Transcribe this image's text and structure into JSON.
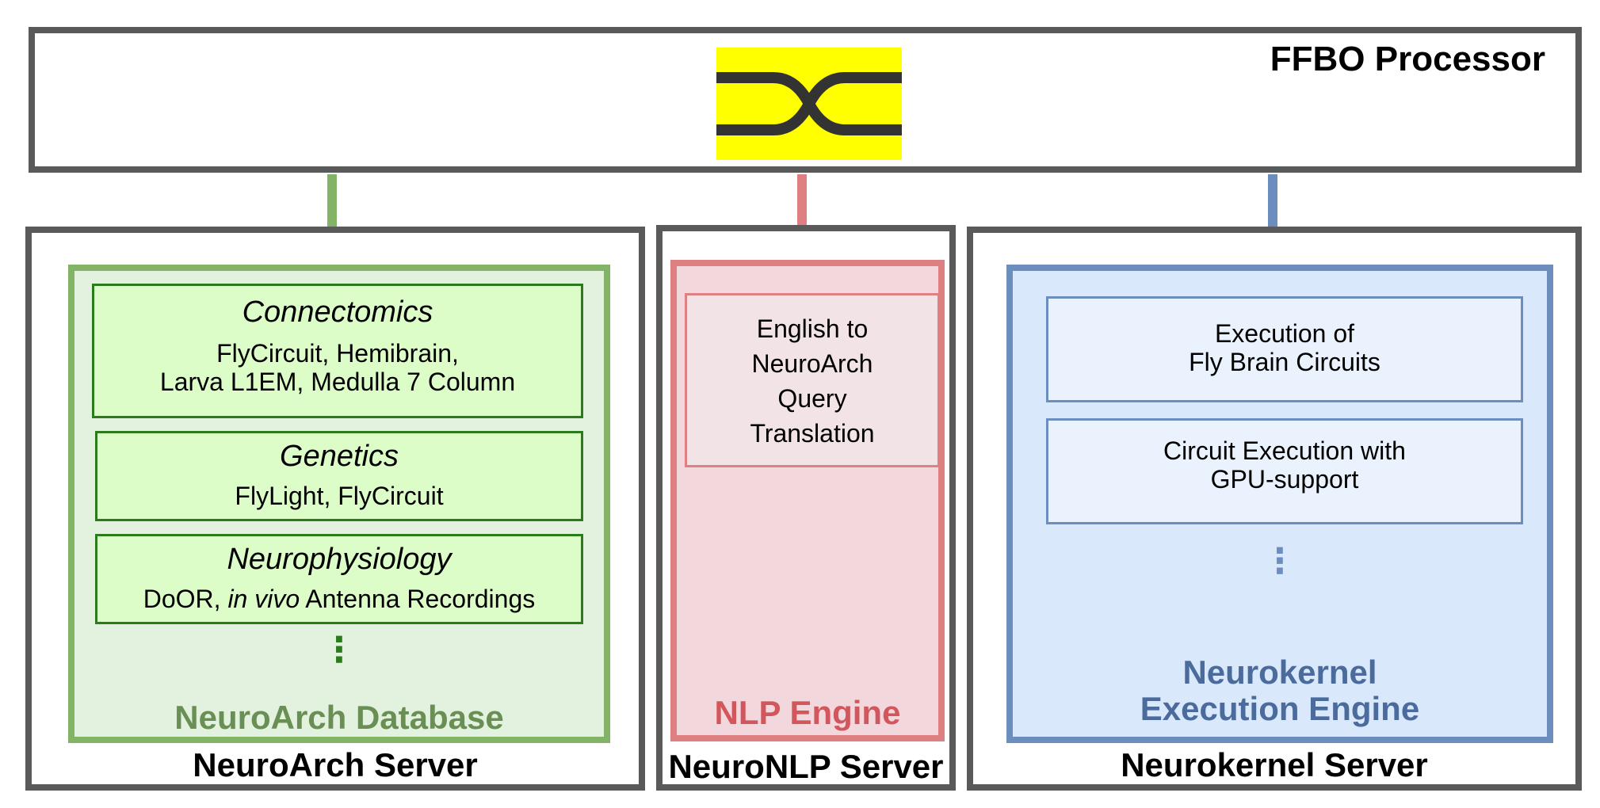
{
  "processor": {
    "title": "FFBO Processor"
  },
  "servers": {
    "neuroarch": {
      "title": "NeuroArch Server",
      "database": {
        "title": "NeuroArch Database",
        "boxes": [
          {
            "heading": "Connectomics",
            "line1": "FlyCircuit, Hemibrain,",
            "line2": "Larva L1EM, Medulla 7 Column"
          },
          {
            "heading": "Genetics",
            "line1": "FlyLight, FlyCircuit"
          },
          {
            "heading": "Neurophysiology",
            "prefix": "DoOR, ",
            "italic": "in vivo",
            "suffix": " Antenna Recordings"
          }
        ],
        "ellipsis": "⋮"
      }
    },
    "neuronlp": {
      "title": "NeuroNLP Server",
      "engine": {
        "title": "NLP Engine",
        "box_lines": [
          "English to",
          "NeuroArch",
          "Query",
          "Translation"
        ]
      }
    },
    "neurokernel": {
      "title": "Neurokernel Server",
      "engine": {
        "title_line1": "Neurokernel",
        "title_line2": "Execution Engine",
        "boxes": [
          {
            "line1": "Execution of",
            "line2": "Fly Brain Circuits"
          },
          {
            "line1": "Circuit Execution with",
            "line2": "GPU-support"
          }
        ],
        "ellipsis": "⋮"
      }
    }
  },
  "colors": {
    "green": "#82b366",
    "red": "#de7f82",
    "blue": "#6c8ebf",
    "logo_bg": "#ffff00"
  },
  "icons": {
    "logo": "crossing-lines-logo"
  }
}
